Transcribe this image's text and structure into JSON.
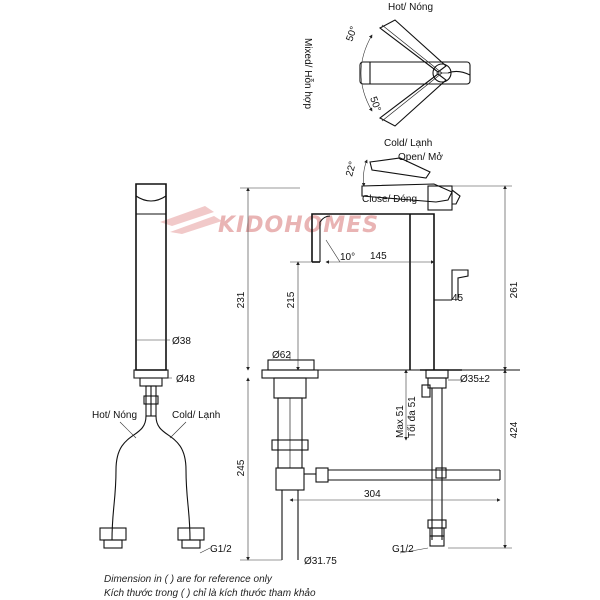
{
  "watermark": "KIDOHOMES",
  "top_view": {
    "hot": "Hot/ Nóng",
    "cold": "Cold/ Lạnh",
    "mixed": "Mixed/ Hỗn hợp",
    "angle_hot": "50°",
    "angle_cold": "50°"
  },
  "lever": {
    "open": "Open/ Mở",
    "close": "Close/ Đóng",
    "angle": "22°"
  },
  "dimensions": {
    "spout_angle": "10°",
    "reach": "145",
    "height_outlet": "215",
    "height_spout": "231",
    "height_total": "261",
    "lever_len": "45",
    "dia_body": "Ø38",
    "dia_base": "Ø48",
    "dia_drain_top": "Ø62",
    "hole": "Ø35±2",
    "max_thickness": "Max 51",
    "max_thickness_vn": "Tối đa 51",
    "drain_height": "245",
    "below_counter": "424",
    "drain_reach": "304",
    "drain_dia": "Ø31.75",
    "thread_left": "G1/2",
    "thread_right": "G1/2"
  },
  "hoses": {
    "hot": "Hot/ Nóng",
    "cold": "Cold/ Lạnh"
  },
  "notes": {
    "en": "Dimension in ( ) are for reference only",
    "vn": "Kích thước trong ( ) chỉ là kích thước tham khảo"
  }
}
